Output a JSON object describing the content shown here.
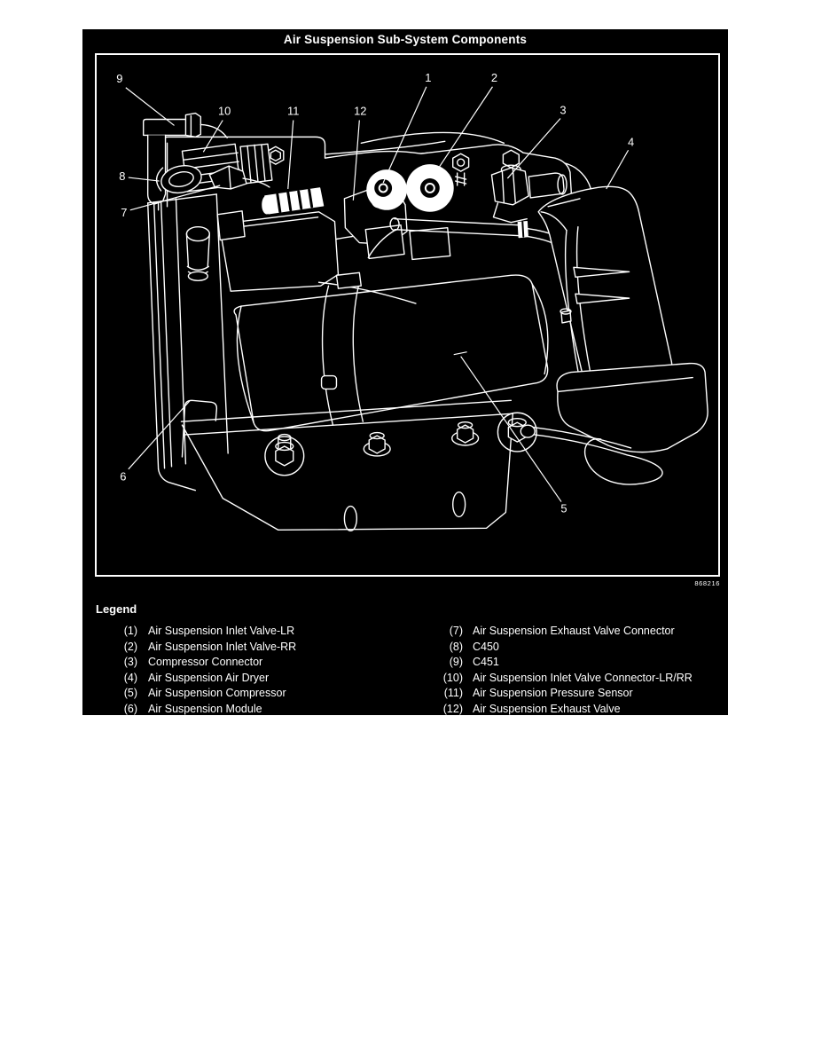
{
  "panel": {
    "title": "Air Suspension Sub-System Components",
    "figure_ref": "868216"
  },
  "colors": {
    "page_bg": "#ffffff",
    "panel_bg": "#000000",
    "line": "#ffffff"
  },
  "diagram": {
    "callouts": [
      {
        "label": "1"
      },
      {
        "label": "2"
      },
      {
        "label": "3"
      },
      {
        "label": "4"
      },
      {
        "label": "5"
      },
      {
        "label": "6"
      },
      {
        "label": "7"
      },
      {
        "label": "8"
      },
      {
        "label": "9"
      },
      {
        "label": "10"
      },
      {
        "label": "11"
      },
      {
        "label": "12"
      }
    ]
  },
  "legend": {
    "heading": "Legend",
    "left_column": [
      {
        "num": "(1)",
        "label": "Air Suspension Inlet Valve-LR"
      },
      {
        "num": "(2)",
        "label": "Air Suspension Inlet Valve-RR"
      },
      {
        "num": "(3)",
        "label": "Compressor Connector"
      },
      {
        "num": "(4)",
        "label": "Air Suspension Air Dryer"
      },
      {
        "num": "(5)",
        "label": "Air Suspension Compressor"
      },
      {
        "num": "(6)",
        "label": "Air Suspension Module"
      }
    ],
    "right_column": [
      {
        "num": "(7)",
        "label": "Air Suspension Exhaust Valve Connector"
      },
      {
        "num": "(8)",
        "label": "C450"
      },
      {
        "num": "(9)",
        "label": "C451"
      },
      {
        "num": "(10)",
        "label": "Air Suspension Inlet Valve Connector-LR/RR"
      },
      {
        "num": "(11)",
        "label": "Air Suspension Pressure Sensor"
      },
      {
        "num": "(12)",
        "label": "Air Suspension Exhaust Valve"
      }
    ]
  }
}
